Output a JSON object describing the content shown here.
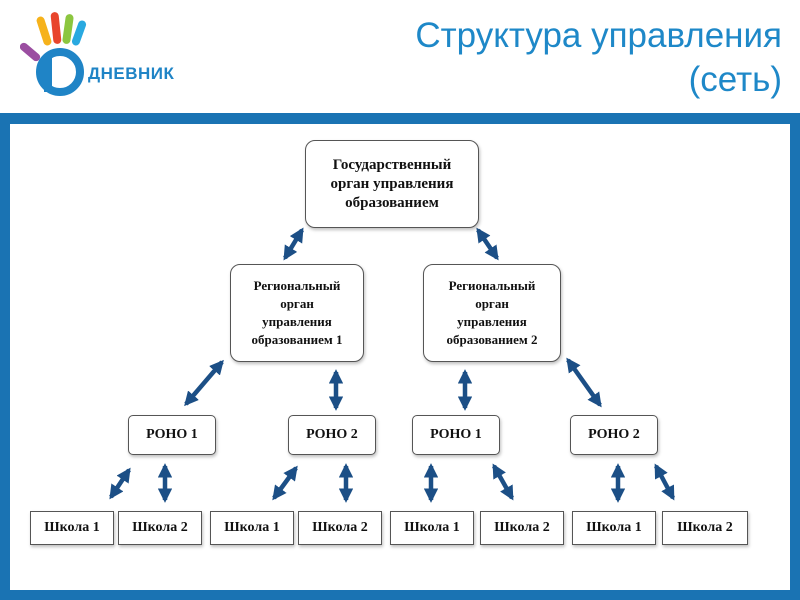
{
  "header": {
    "logo_text": "ДНЕВНИК",
    "title_line1": "Структура управления",
    "title_line2": "(сеть)"
  },
  "diagram": {
    "state": "Государственный\nорган управления\nобразованием",
    "regional": [
      "Региональный\nорган\nуправления\nобразованием 1",
      "Региональный\nорган\nуправления\nобразованием 2"
    ],
    "rono": [
      "РОНО 1",
      "РОНО 2",
      "РОНО 1",
      "РОНО 2"
    ],
    "schools": [
      "Школа 1",
      "Школа 2",
      "Школа 1",
      "Школа 2",
      "Школа 1",
      "Школа 2",
      "Школа 1",
      "Школа 2"
    ]
  },
  "colors": {
    "title": "#1e88c8",
    "frame": "#1a73b3",
    "arrow": "#1c4f86"
  }
}
